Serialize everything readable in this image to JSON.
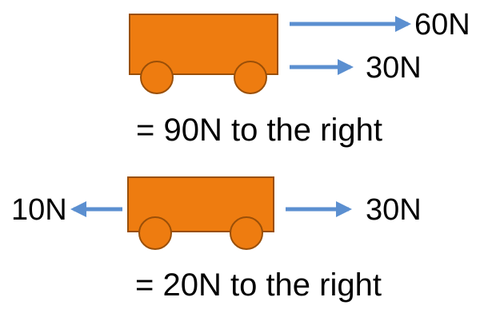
{
  "colors": {
    "cart_fill": "#ee7c10",
    "cart_stroke": "#9a4f08",
    "arrow": "#5b8fd0",
    "text": "#000000"
  },
  "scenario1": {
    "forces": [
      {
        "value": "60N",
        "direction": "right"
      },
      {
        "value": "30N",
        "direction": "right"
      }
    ],
    "result": "= 90N to the right"
  },
  "scenario2": {
    "forces": [
      {
        "value": "10N",
        "direction": "left"
      },
      {
        "value": "30N",
        "direction": "right"
      }
    ],
    "result": "= 20N to the right"
  }
}
